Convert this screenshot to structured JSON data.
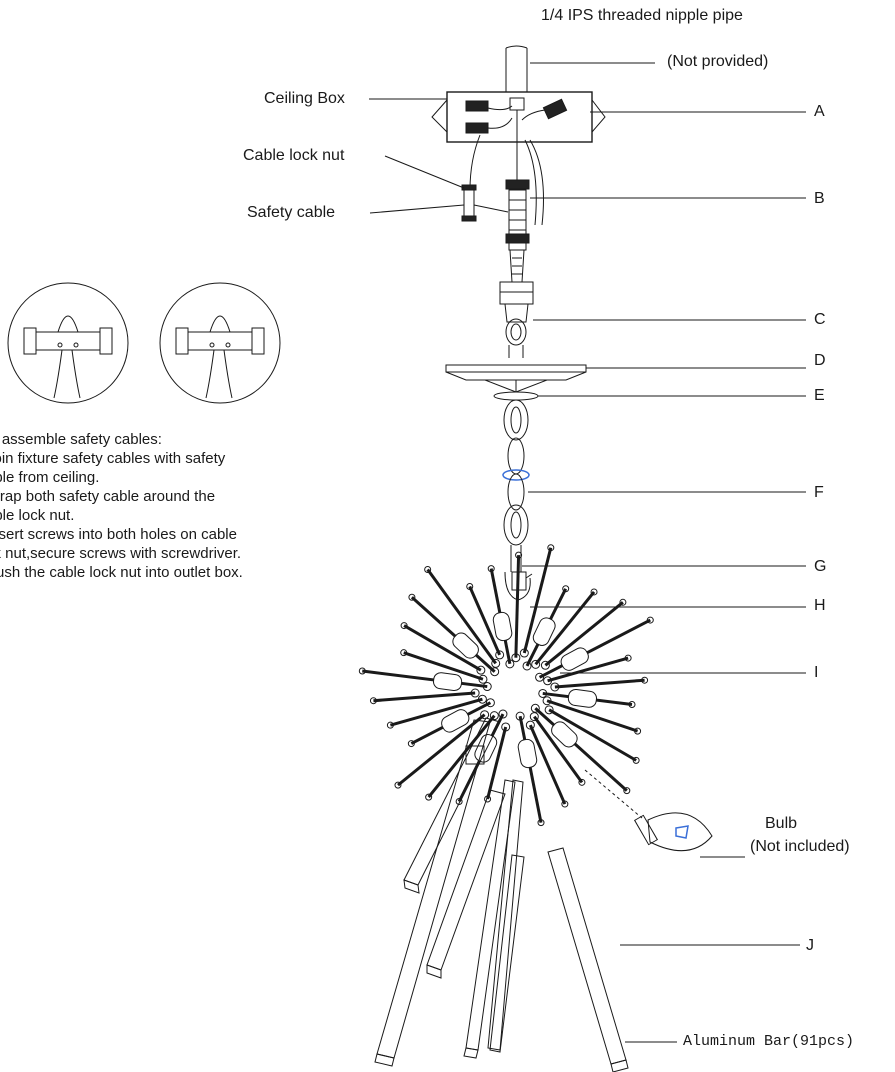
{
  "labels": {
    "top_pipe": "1/4 IPS threaded nipple pipe",
    "not_provided": "(Not provided)",
    "ceiling_box": "Ceiling Box",
    "cable_lock_nut": "Cable lock nut",
    "safety_cable": "Safety  cable",
    "A": "A",
    "B": "B",
    "C": "C",
    "D": "D",
    "E": "E",
    "F": "F",
    "G": "G",
    "H": "H",
    "I": "I",
    "J": "J",
    "bulb": "Bulb",
    "bulb_note": "(Not included)",
    "aluminum_bar": "Aluminum Bar(91pcs)"
  },
  "instructions": [
    "O assemble safety cables:",
    "Join fixture safety cables with safety",
    "able from ceiling.",
    "Wrap both safety cable around the",
    "able lock nut.",
    "Insert screws into both holes on cable",
    "ck nut,secure screws with screwdriver.",
    " Push the cable lock nut into outlet box."
  ]
}
